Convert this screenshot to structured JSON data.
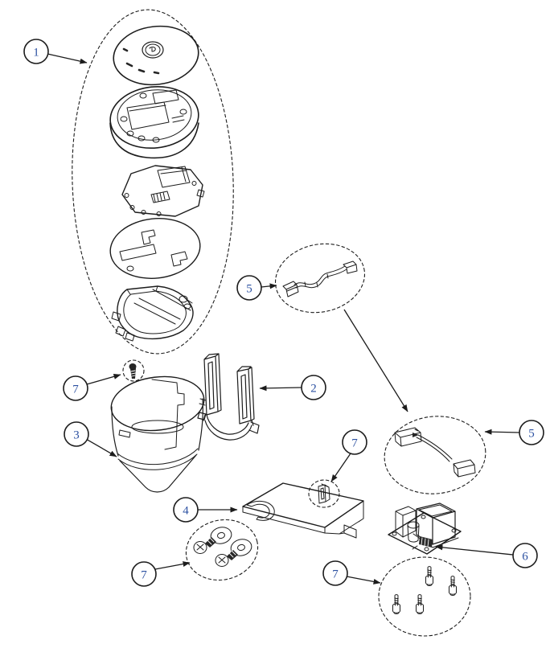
{
  "colors": {
    "background": "#ffffff",
    "line": "#1c1c1c",
    "callout_number": "#2b50a1"
  },
  "callouts": [
    {
      "id": "callout-1-display-assembly",
      "label": "1"
    },
    {
      "id": "callout-5-cable",
      "label": "5"
    },
    {
      "id": "callout-7-screw",
      "label": "7"
    },
    {
      "id": "callout-3-hopper",
      "label": "3"
    },
    {
      "id": "callout-2-bracket",
      "label": "2"
    },
    {
      "id": "callout-7-clip",
      "label": "7"
    },
    {
      "id": "callout-5-harness",
      "label": "5"
    },
    {
      "id": "callout-4-mount-plate",
      "label": "4"
    },
    {
      "id": "callout-7-screws-washers",
      "label": "7"
    },
    {
      "id": "callout-6-power-board",
      "label": "6"
    },
    {
      "id": "callout-7-standoffs",
      "label": "7"
    }
  ]
}
